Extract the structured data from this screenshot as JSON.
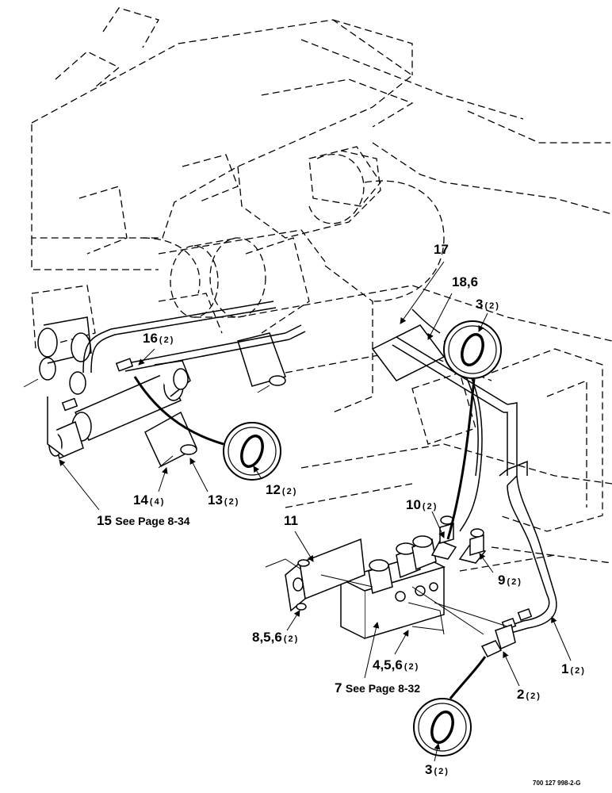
{
  "callouts": [
    {
      "id": "c17",
      "num": "17",
      "qty": ""
    },
    {
      "id": "c18",
      "num": "18,6",
      "qty": ""
    },
    {
      "id": "c3top",
      "num": "3",
      "qty": "(2)"
    },
    {
      "id": "c16",
      "num": "16",
      "qty": "(2)"
    },
    {
      "id": "c12",
      "num": "12",
      "qty": "(2)"
    },
    {
      "id": "c14",
      "num": "14",
      "qty": "(4)"
    },
    {
      "id": "c13",
      "num": "13",
      "qty": "(2)"
    },
    {
      "id": "c15",
      "num": "15",
      "qty": "",
      "note": "See Page 8-34"
    },
    {
      "id": "c11",
      "num": "11",
      "qty": ""
    },
    {
      "id": "c10",
      "num": "10",
      "qty": "(2)"
    },
    {
      "id": "c9",
      "num": "9",
      "qty": "(2)"
    },
    {
      "id": "c8",
      "num": "8,5,6",
      "qty": "(2)"
    },
    {
      "id": "c4",
      "num": "4,5,6",
      "qty": "(2)"
    },
    {
      "id": "c7",
      "num": "7",
      "qty": "",
      "note": "See Page 8-32"
    },
    {
      "id": "c1",
      "num": "1",
      "qty": "(2)"
    },
    {
      "id": "c2",
      "num": "2",
      "qty": "(2)"
    },
    {
      "id": "c3bot",
      "num": "3",
      "qty": "(2)"
    }
  ],
  "part_number": "700 127 998-2-G"
}
